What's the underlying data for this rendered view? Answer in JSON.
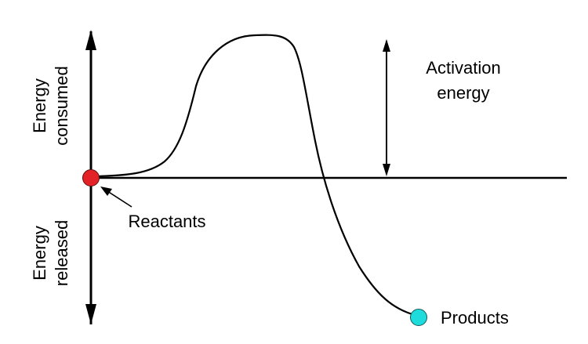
{
  "diagram": {
    "type": "energy-profile",
    "y_axis": {
      "top_label_line1": "Energy",
      "top_label_line2": "consumed",
      "bottom_label_line1": "Energy",
      "bottom_label_line2": "released"
    },
    "activation": {
      "label_line1": "Activation",
      "label_line2": "energy"
    },
    "reactants": {
      "label": "Reactants",
      "color": "#e32227"
    },
    "products": {
      "label": "Products",
      "color": "#1edcdc"
    },
    "line_color": "#000000"
  }
}
